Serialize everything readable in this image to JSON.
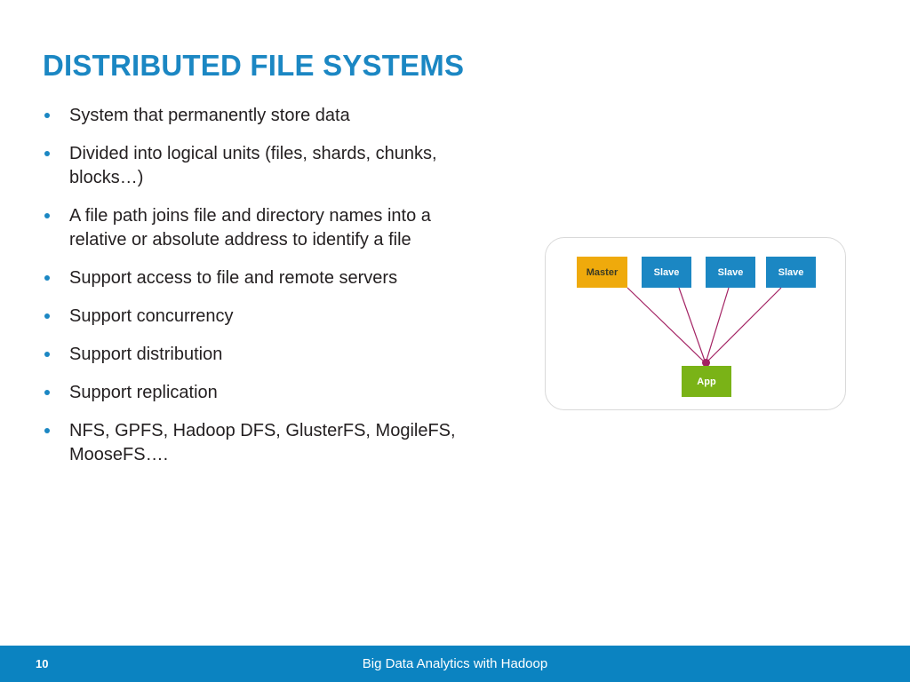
{
  "slide": {
    "title": "DISTRIBUTED FILE SYSTEMS",
    "bullets": [
      "System that permanently store data",
      "Divided into logical units (files, shards, chunks, blocks…)",
      "A file path joins file and directory names into a relative or absolute address to identify a file",
      "Support access to file and remote servers",
      "Support concurrency",
      "Support distribution",
      "Support replication",
      "NFS, GPFS, Hadoop DFS, GlusterFS, MogileFS, MooseFS…."
    ]
  },
  "diagram": {
    "nodes": [
      {
        "label": "Master",
        "role": "master"
      },
      {
        "label": "Slave",
        "role": "slave"
      },
      {
        "label": "Slave",
        "role": "slave"
      },
      {
        "label": "Slave",
        "role": "slave"
      },
      {
        "label": "App",
        "role": "app"
      }
    ],
    "colors": {
      "master": "#efaa0c",
      "slave": "#1b87c3",
      "app": "#7ab317",
      "connector": "#a32263",
      "container_border": "#d9d9d9"
    }
  },
  "footer": {
    "page_number": "10",
    "text": "Big Data Analytics with Hadoop",
    "background": "#0b83c1"
  },
  "theme": {
    "title_color": "#1b87c3",
    "bullet_color": "#1b87c3",
    "body_color": "#231f20"
  }
}
